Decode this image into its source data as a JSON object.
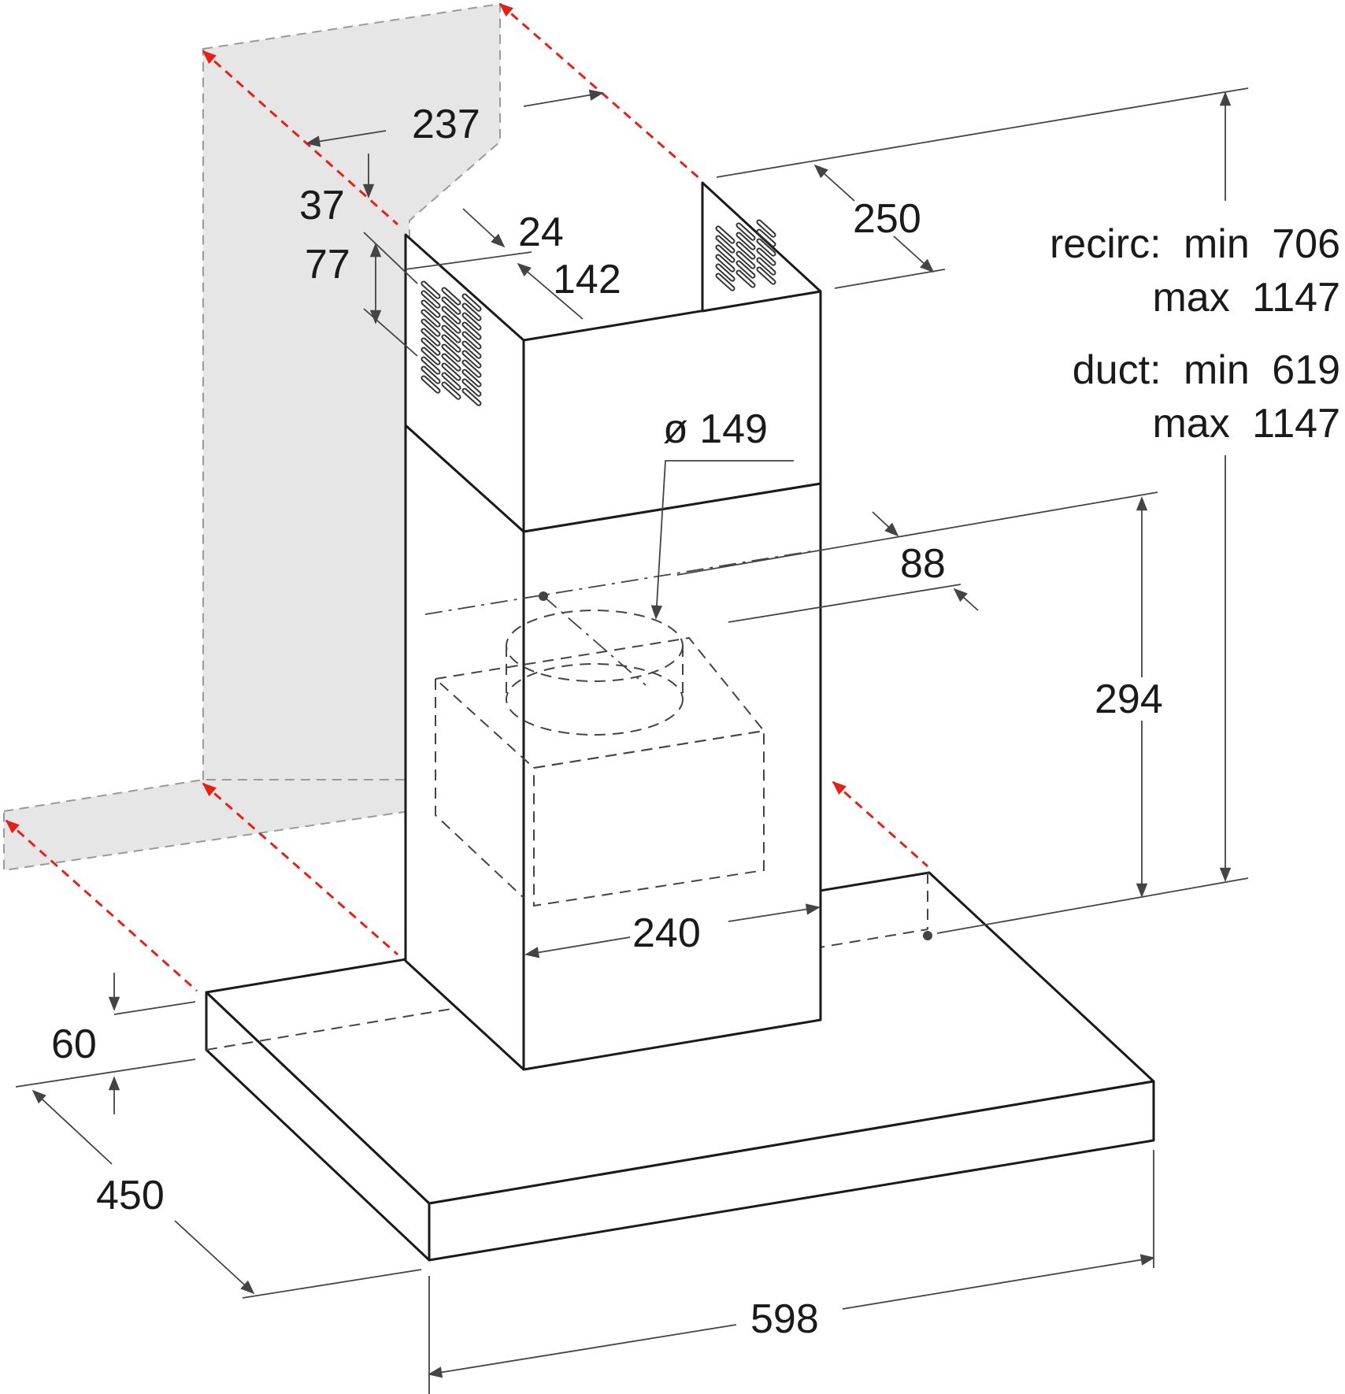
{
  "labels": {
    "d237": "237",
    "d37": "37",
    "d24": "24",
    "d77": "77",
    "d142": "142",
    "d250": "250",
    "d149": "ø 149",
    "d88": "88",
    "d294": "294",
    "d240": "240",
    "d60": "60",
    "d450": "450",
    "d598": "598"
  },
  "heights": {
    "recirc_label": "recirc:",
    "recirc_min_label": "min",
    "recirc_min": "706",
    "recirc_max_label": "max",
    "recirc_max": "1147",
    "duct_label": "duct:",
    "duct_min_label": "min",
    "duct_min": "619",
    "duct_max_label": "max",
    "duct_max": "1147"
  },
  "colors": {
    "line": "#1a1a1a",
    "dimension": "#444444",
    "wall": "#e6e6e6",
    "fixing": "#e32119"
  }
}
